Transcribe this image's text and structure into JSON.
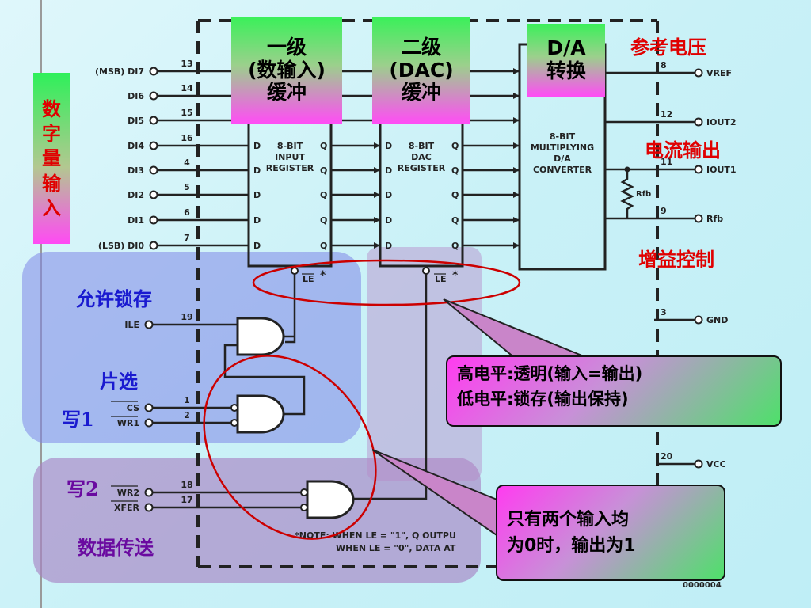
{
  "left_label": {
    "chars": [
      "数",
      "字",
      "量",
      "输",
      "入"
    ],
    "color": "#e00000"
  },
  "stage_boxes": [
    {
      "line1": "一级",
      "line2": "(数输入)",
      "line3": "缓冲"
    },
    {
      "line1": "二级",
      "line2": "(DAC)",
      "line3": "缓冲"
    },
    {
      "line1": "D/A",
      "line2": "转换",
      "line3": ""
    }
  ],
  "right_labels": {
    "reference_voltage": "参考电压",
    "current_output": "电流输出",
    "gain_control": "增益控制"
  },
  "control_labels": {
    "latch_enable": "允许锁存",
    "chip_select": "片选",
    "write1": "写1",
    "write2": "写2",
    "data_transfer": "数据传送"
  },
  "callouts": {
    "le_line1": "高电平:透明(输入=输出)",
    "le_line2": "低电平:锁存(输出保持)",
    "and_line1": "只有两个输入均",
    "and_line2": "为0时，输出为1"
  },
  "chip": {
    "data_inputs": [
      {
        "label": "(MSB) DI7",
        "pin": "13"
      },
      {
        "label": "DI6",
        "pin": "14"
      },
      {
        "label": "DI5",
        "pin": "15"
      },
      {
        "label": "DI4",
        "pin": "16"
      },
      {
        "label": "DI3",
        "pin": "4"
      },
      {
        "label": "DI2",
        "pin": "5"
      },
      {
        "label": "DI1",
        "pin": "6"
      },
      {
        "label": "(LSB) DI0",
        "pin": "7"
      }
    ],
    "input_register": [
      "8-BIT",
      "INPUT",
      "REGISTER"
    ],
    "dac_register": [
      "8-BIT",
      "DAC",
      "REGISTER"
    ],
    "converter": [
      "8-BIT",
      "MULTIPLYING",
      "D/A",
      "CONVERTER"
    ],
    "le_label": "LE",
    "rfb_label": "Rfb",
    "right_pins": [
      {
        "label": "VREF",
        "pin": "8"
      },
      {
        "label": "IOUT2",
        "pin": "12"
      },
      {
        "label": "IOUT1",
        "pin": "11"
      },
      {
        "label": "Rfb",
        "pin": "9"
      },
      {
        "label": "GND",
        "pin": "3"
      },
      {
        "label": "VCC",
        "pin": "20"
      }
    ],
    "control_pins": [
      {
        "label": "ILE",
        "pin": "19"
      },
      {
        "label": "CS",
        "pin": "1"
      },
      {
        "label": "WR1",
        "pin": "2"
      },
      {
        "label": "WR2",
        "pin": "18"
      },
      {
        "label": "XFER",
        "pin": "17"
      }
    ],
    "note_line1": "*NOTE: WHEN LE = \"1\", Q OUTPU",
    "note_line2": "WHEN LE = \"0\", DATA AT",
    "part_code": "0000004"
  },
  "colors": {
    "red": "#e00000",
    "blue": "#1a1ad0",
    "purple": "#6a0aa0",
    "ellipse": "#cc0000",
    "shade_blue": "#7f86e8",
    "shade_purple": "#a884c4"
  }
}
